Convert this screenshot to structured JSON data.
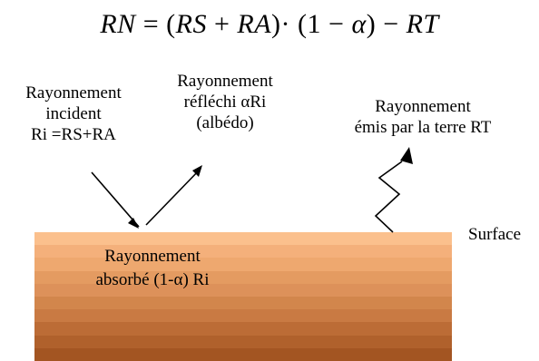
{
  "formula": {
    "lhs": "RN",
    "eq": " = (",
    "rs": "RS",
    "plus": " + ",
    "ra": "RA",
    "close": ")",
    "dot": "·",
    "paren": " (1 − ",
    "alpha": "α",
    "close2": ") − ",
    "rt": "RT"
  },
  "labels": {
    "incident": [
      "Rayonnement",
      "incident",
      "Ri =RS+RA"
    ],
    "reflected": [
      "Rayonnement",
      "réfléchi αRi",
      "(albédo)"
    ],
    "emitted": [
      "Rayonnement",
      "émis par la terre RT"
    ],
    "surface": "Surface",
    "absorbed": [
      "Rayonnement",
      "absorbé (1-α) Ri"
    ]
  },
  "colors": {
    "bands": [
      "#fbc08d",
      "#f4b07b",
      "#eea86f",
      "#e49b61",
      "#dd915a",
      "#d2864c",
      "#c97a43",
      "#bc6c36",
      "#b0612c",
      "#a35522"
    ],
    "arrow": "#000000"
  }
}
